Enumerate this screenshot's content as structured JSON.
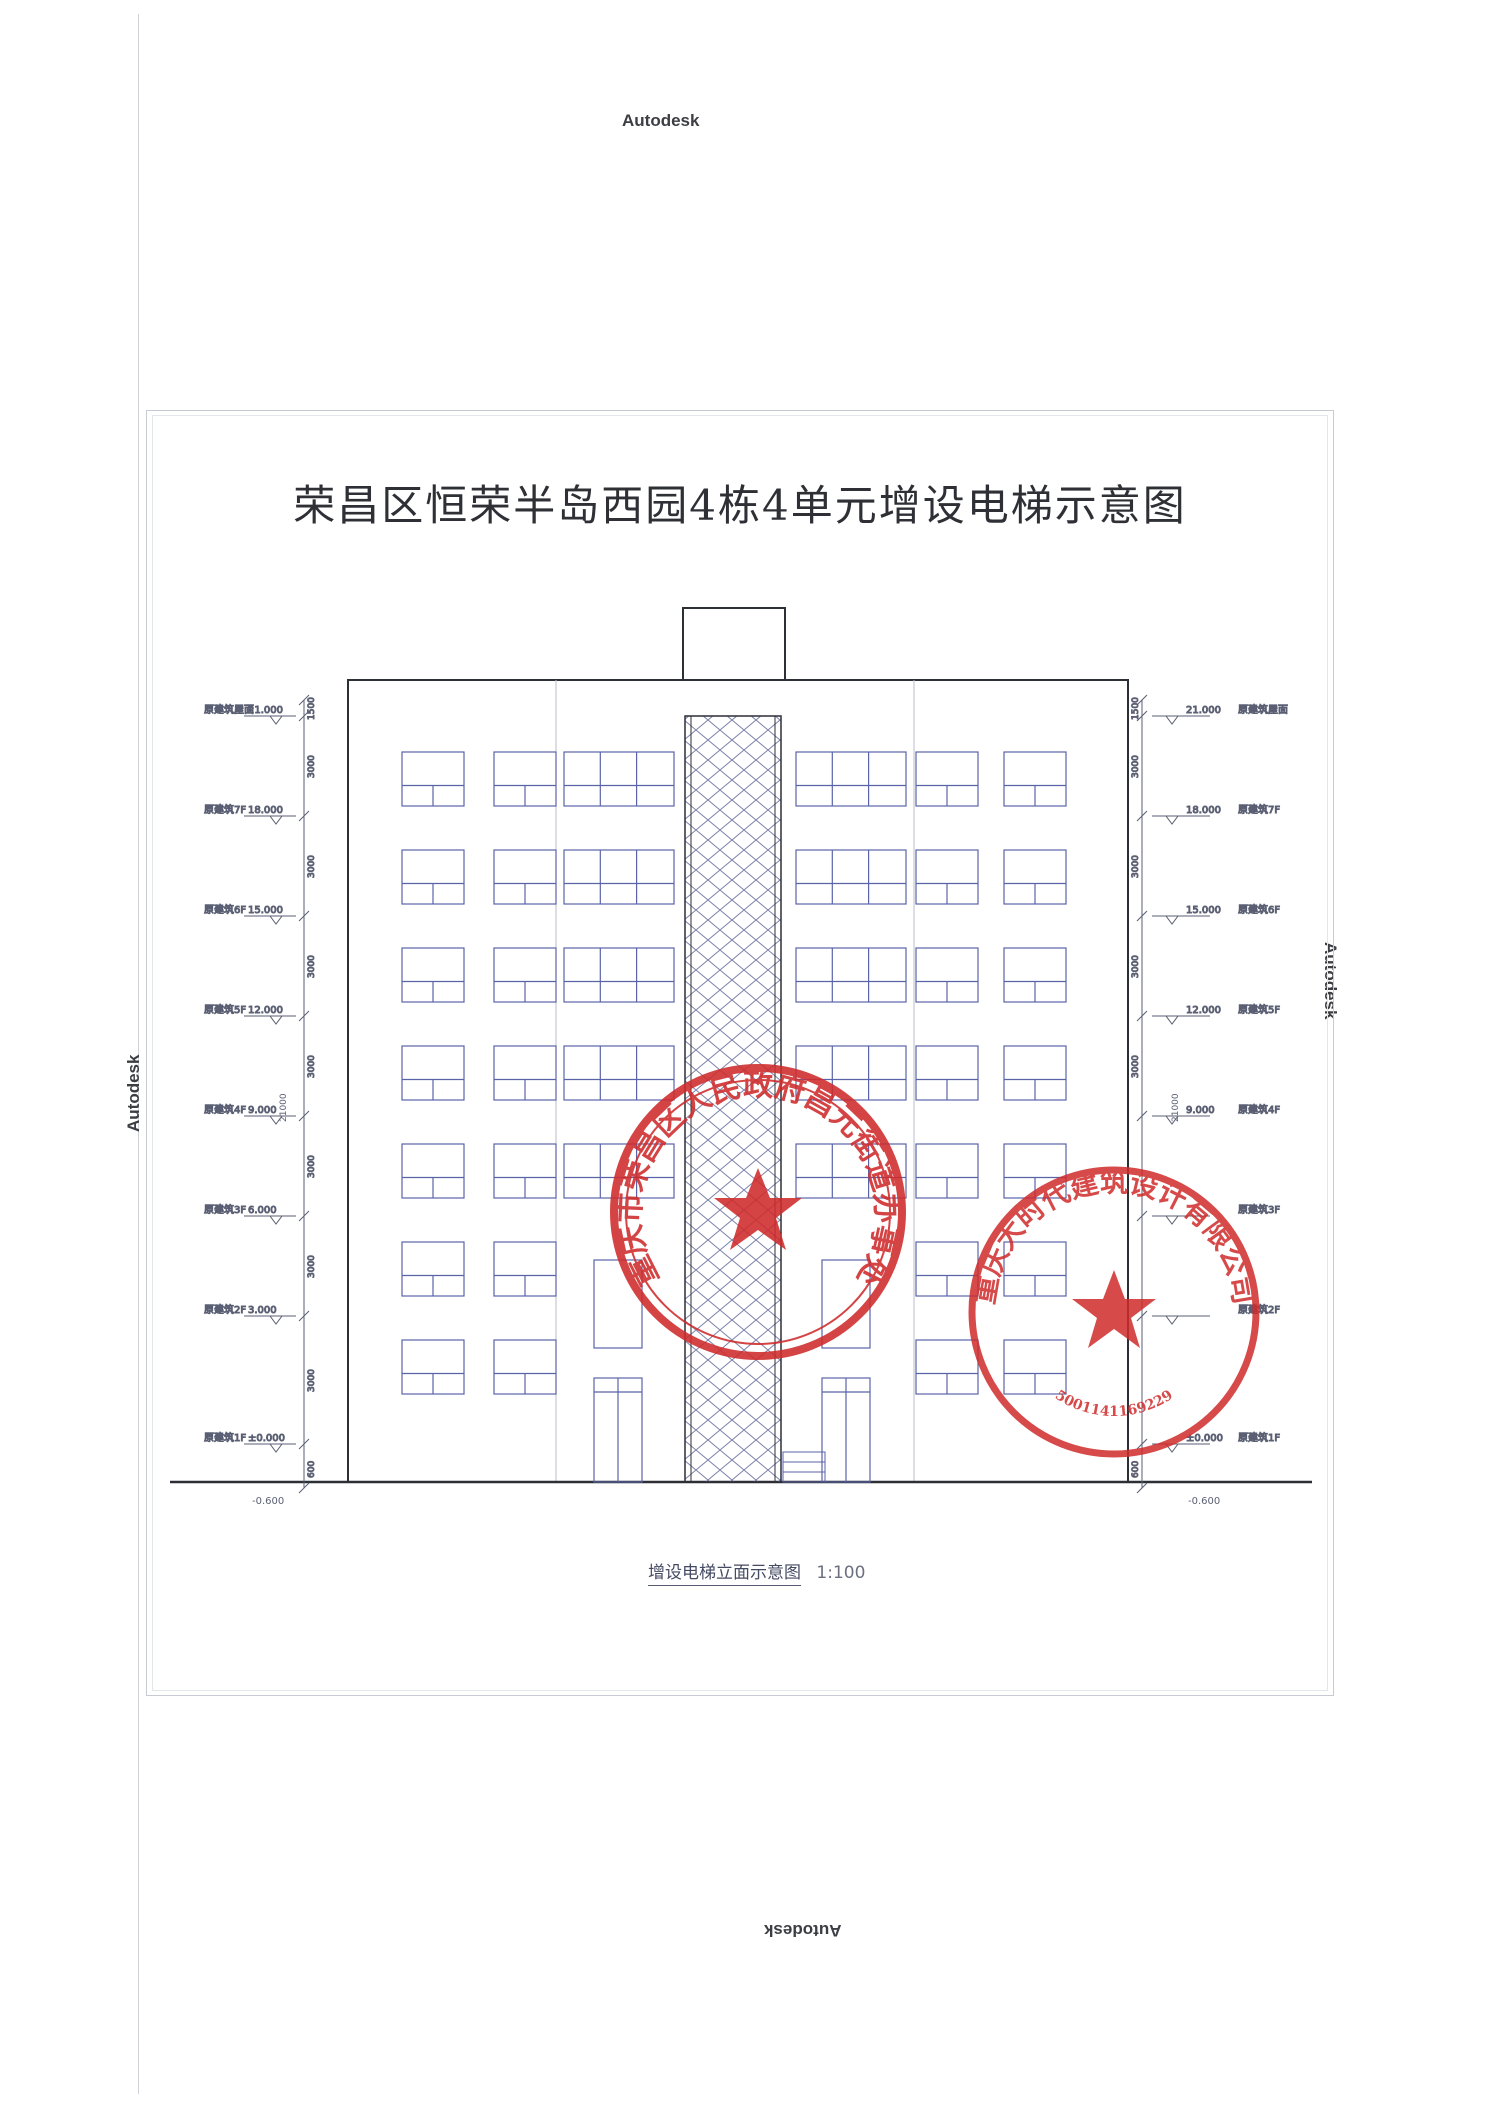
{
  "watermark": "Autodesk",
  "title": "荣昌区恒荣半岛西园4栋4单元增设电梯示意图",
  "caption": {
    "label": "增设电梯立面示意图",
    "scale": "1:100"
  },
  "left_levels": [
    {
      "value": "21.000",
      "name": "原建筑屋面"
    },
    {
      "value": "18.000",
      "name": "原建筑7F"
    },
    {
      "value": "15.000",
      "name": "原建筑6F"
    },
    {
      "value": "12.000",
      "name": "原建筑5F"
    },
    {
      "value": "9.000",
      "name": "原建筑4F"
    },
    {
      "value": "6.000",
      "name": "原建筑3F"
    },
    {
      "value": "3.000",
      "name": "原建筑2F"
    },
    {
      "value": "±0.000",
      "name": "原建筑1F"
    }
  ],
  "right_levels": [
    {
      "value": "21.000",
      "name": "原建筑屋面"
    },
    {
      "value": "18.000",
      "name": "原建筑7F"
    },
    {
      "value": "15.000",
      "name": "原建筑6F"
    },
    {
      "value": "12.000",
      "name": "原建筑5F"
    },
    {
      "value": "9.000",
      "name": "原建筑4F"
    },
    {
      "value": "",
      "name": "原建筑3F"
    },
    {
      "value": "",
      "name": "原建筑2F"
    },
    {
      "value": "±0.000",
      "name": "原建筑1F"
    }
  ],
  "left_dims": [
    "1500",
    "3000",
    "3000",
    "3000",
    "3000",
    "3000",
    "3000",
    "3000",
    "600"
  ],
  "right_dims": [
    "1500",
    "3000",
    "3000",
    "3000",
    "3000",
    "",
    "",
    "",
    "600"
  ],
  "total_dim": "21000",
  "ground_level": "-0.600",
  "stamps": {
    "government": {
      "text": "重庆市荣昌区人民政府昌元街道办事处"
    },
    "company": {
      "text": "重庆大时代建筑设计有限公司",
      "number": "5001141169229"
    }
  },
  "colors": {
    "stamp_red": "#cf2b2b",
    "line_dark": "#2c2f36",
    "line_blue": "#5a63a8"
  }
}
